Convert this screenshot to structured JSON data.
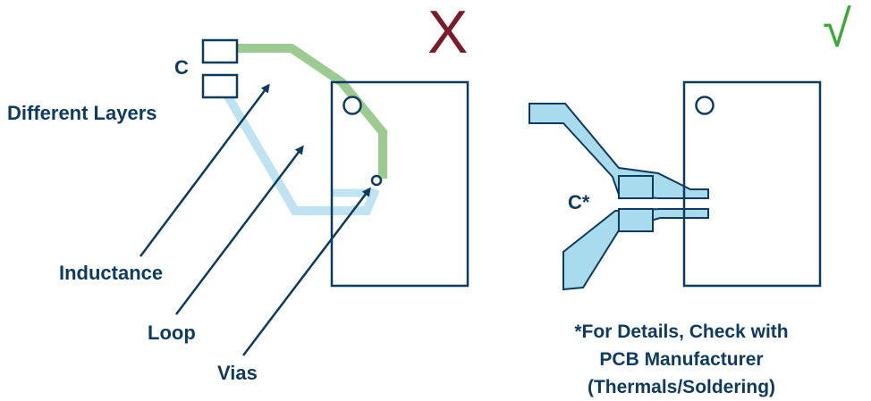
{
  "bad_panel": {
    "mark": "X",
    "component_label": "C",
    "layer_label": "Different Layers",
    "labels": [
      "Inductance",
      "Loop",
      "Vias"
    ]
  },
  "good_panel": {
    "mark": "√",
    "component_label": "C*",
    "note_lines": [
      "*For Details, Check with",
      "PCB Manufacturer",
      "(Thermals/Soldering)"
    ]
  },
  "colors": {
    "text": "#0d3b5f",
    "outline": "#0d3b5f",
    "green_trace": "#9ccb92",
    "blue_trace": "#bfe3f0",
    "copper_fill": "#a8dcec",
    "x_mark": "#7a1a2a",
    "check_mark": "#3aaa35"
  }
}
